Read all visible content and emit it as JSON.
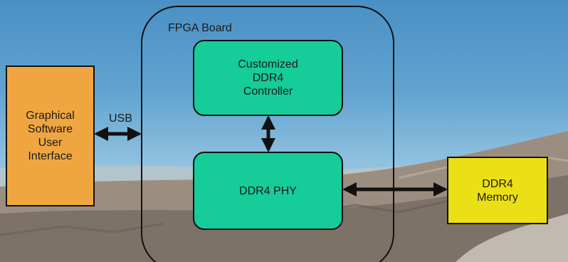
{
  "diagram": {
    "board_label": "FPGA Board",
    "gui_label": "Graphical\nSoftware\nUser\nInterface",
    "controller_label": "Customized\nDDR4\nController",
    "phy_label": "DDR4 PHY",
    "memory_label": "DDR4\nMemory",
    "usb_label": "USB"
  },
  "colors": {
    "gui": "#f0a640",
    "blocks": "#16cc98",
    "memory": "#ebdf16",
    "arrow": "#111111"
  }
}
